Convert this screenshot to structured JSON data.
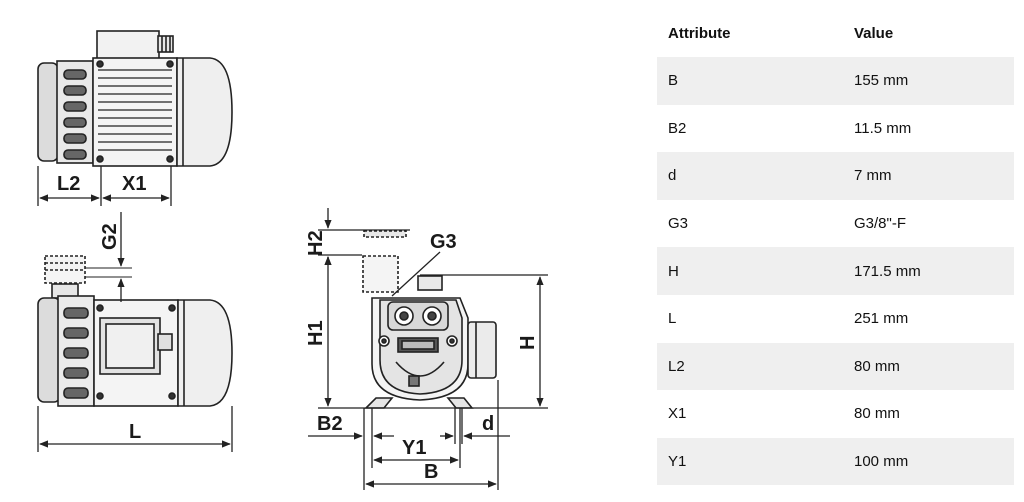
{
  "drawing": {
    "labels": {
      "L2": "L2",
      "X1": "X1",
      "G2": "G2",
      "L": "L",
      "H2": "H2",
      "G3": "G3",
      "H1": "H1",
      "H": "H",
      "B2": "B2",
      "d": "d",
      "Y1": "Y1",
      "B": "B"
    }
  },
  "table": {
    "headers": {
      "attribute": "Attribute",
      "value": "Value"
    },
    "rows": [
      {
        "attribute": "B",
        "value": "155 mm"
      },
      {
        "attribute": "B2",
        "value": "11.5 mm"
      },
      {
        "attribute": "d",
        "value": "7 mm"
      },
      {
        "attribute": "G3",
        "value": "G3/8\"-F"
      },
      {
        "attribute": "H",
        "value": "171.5 mm"
      },
      {
        "attribute": "L",
        "value": "251 mm"
      },
      {
        "attribute": "L2",
        "value": "80 mm"
      },
      {
        "attribute": "X1",
        "value": "80 mm"
      },
      {
        "attribute": "Y1",
        "value": "100 mm"
      }
    ]
  }
}
